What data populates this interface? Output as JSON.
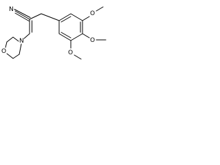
{
  "molecule": {
    "atom_labels": {
      "nitrile_n": "N",
      "morpholine_o": "O",
      "morpholine_n": "N",
      "methoxy_o_top": "O",
      "methoxy_o_mid": "O",
      "methoxy_o_bot": "O"
    }
  },
  "colors": {
    "bond": "#000000",
    "label": "#000000",
    "background": "#ffffff"
  }
}
